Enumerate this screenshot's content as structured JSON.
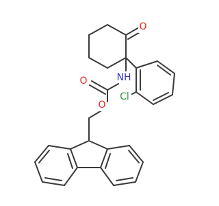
{
  "atoms": [
    {
      "id": "O_keto",
      "label": "O",
      "color": "#e8261a"
    },
    {
      "id": "N_amide",
      "label": "NH",
      "color": "#3333cc"
    },
    {
      "id": "O_carbonyl",
      "label": "O",
      "color": "#e8261a"
    },
    {
      "id": "O_ester",
      "label": "O",
      "color": "#e8261a"
    },
    {
      "id": "Cl",
      "label": "Cl",
      "color": "#2f9e2f"
    }
  ],
  "bond_color": "#3a3a3a"
}
